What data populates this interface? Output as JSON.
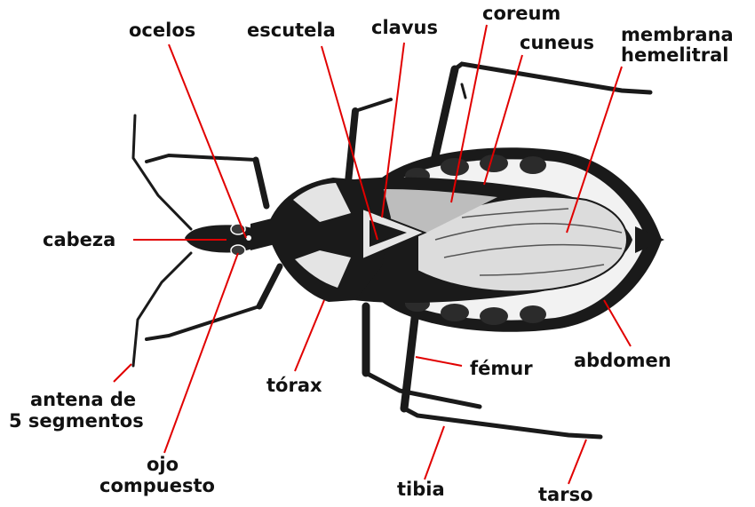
{
  "labels": {
    "ocelos": "ocelos",
    "escutela": "escutela",
    "clavus": "clavus",
    "coreum": "coreum",
    "cuneus": "cuneus",
    "membrana_line1": "membrana",
    "membrana_line2": "hemelitral",
    "cabeza": "cabeza",
    "antena_line1": "antena de",
    "antena_line2": "5 segmentos",
    "torax": "tórax",
    "femur": "fémur",
    "abdomen": "abdomen",
    "ojo_line1": "ojo",
    "ojo_line2": "compuesto",
    "tibia": "tibia",
    "tarso": "tarso"
  },
  "colors": {
    "leader_line": "#e10000",
    "ink": "#1a1a1a",
    "background": "#ffffff"
  }
}
